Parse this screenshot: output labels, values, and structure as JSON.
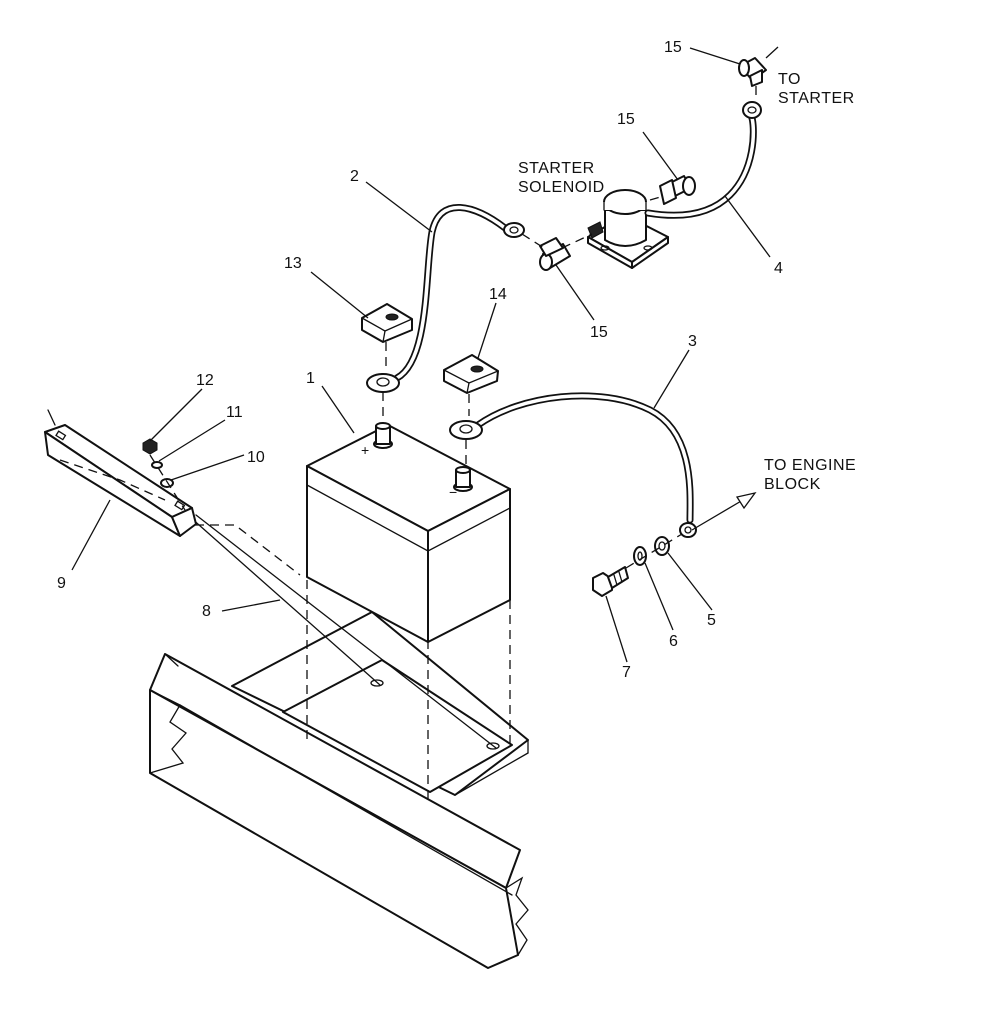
{
  "labels": {
    "to_starter_line1": "TO",
    "to_starter_line2": "STARTER",
    "starter_solenoid_line1": "STARTER",
    "starter_solenoid_line2": "SOLENOID",
    "to_engine_block_line1": "TO ENGINE",
    "to_engine_block_line2": "BLOCK",
    "battery_positive": "+",
    "battery_negative": "−"
  },
  "callouts": {
    "battery": "1",
    "positive_cable": "2",
    "ground_cable": "3",
    "starter_cable": "4",
    "washer_5": "5",
    "lock_washer_6": "6",
    "bolt_7": "7",
    "hold_down_rod": "8",
    "hold_down_bracket": "9",
    "washer_10": "10",
    "lock_washer_11": "11",
    "nut_12": "12",
    "terminal_cover_13": "13",
    "terminal_cover_14": "14",
    "boot_top": "15",
    "boot_solenoid": "15",
    "boot_cable": "15"
  }
}
